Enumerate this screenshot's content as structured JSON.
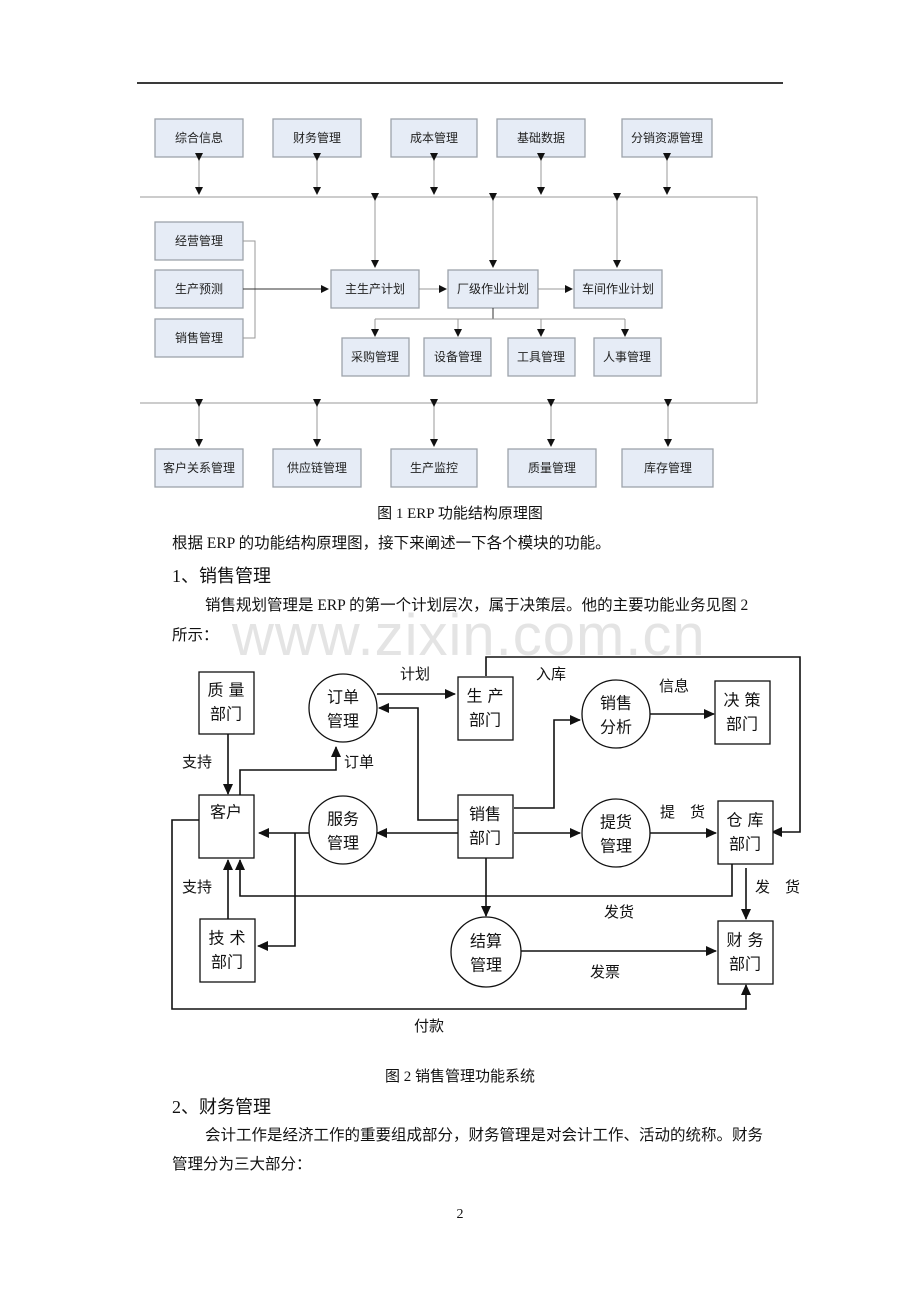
{
  "figure1": {
    "caption": "图 1 ERP 功能结构原理图",
    "top_modules": [
      "综合信息",
      "财务管理",
      "成本管理",
      "基础数据",
      "分销资源管理"
    ],
    "left_inputs": [
      "经营管理",
      "生产预测",
      "销售管理"
    ],
    "plans": [
      "主生产计划",
      "厂级作业计划",
      "车间作业计划"
    ],
    "sub_modules": [
      "采购管理",
      "设备管理",
      "工具管理",
      "人事管理"
    ],
    "bottom_modules": [
      "客户关系管理",
      "供应链管理",
      "生产监控",
      "质量管理",
      "库存管理"
    ],
    "colors": {
      "box_fill": "#e6ecf6",
      "box_border": "#9da3ab"
    }
  },
  "text": {
    "intro": "根据 ERP 的功能结构原理图，接下来阐述一下各个模块的功能。",
    "section1_title": "1、销售管理",
    "section1_p1": "销售规划管理是 ERP 的第一个计划层次，属于决策层。他的主要功能业务见图 2",
    "section1_p2": "所示：",
    "watermark": "www.zixin.com.cn"
  },
  "figure2": {
    "caption": "图 2  销售管理功能系统",
    "boxes": {
      "quality": [
        "质 量",
        "部门"
      ],
      "customer": [
        "客户"
      ],
      "tech": [
        "技 术",
        "部门"
      ],
      "production": [
        "生 产",
        "部门"
      ],
      "sales": [
        "销售",
        "部门"
      ],
      "decision": [
        "决 策",
        "部门"
      ],
      "warehouse": [
        "仓 库",
        "部门"
      ],
      "finance": [
        "财 务",
        "部门"
      ]
    },
    "circles": {
      "order": [
        "订单",
        "管理"
      ],
      "service": [
        "服务",
        "管理"
      ],
      "analysis": [
        "销售",
        "分析"
      ],
      "pickup": [
        "提货",
        "管理"
      ],
      "settlement": [
        "结算",
        "管理"
      ]
    },
    "labels": {
      "plan": "计划",
      "instock": "入库",
      "info": "信息",
      "support1": "支持",
      "order": "订单",
      "support2": "支持",
      "pickup_flow": "提　货",
      "ship_flow": "发　货",
      "ship": "发货",
      "invoice": "发票",
      "payment": "付款"
    }
  },
  "section2": {
    "title": "2、财务管理",
    "p1": "会计工作是经济工作的重要组成部分，财务管理是对会计工作、活动的统称。财务",
    "p2": "管理分为三大部分："
  },
  "page_number": "2"
}
